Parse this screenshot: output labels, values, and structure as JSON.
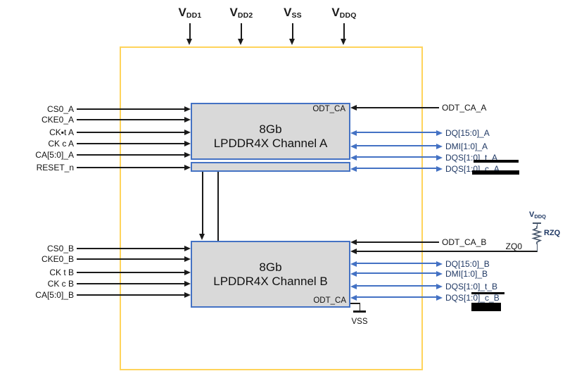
{
  "power_pins": [
    {
      "main": "V",
      "sub": "DD1"
    },
    {
      "main": "V",
      "sub": "DD2"
    },
    {
      "main": "V",
      "sub": "SS"
    },
    {
      "main": "V",
      "sub": "DDQ"
    }
  ],
  "channel_a": {
    "title_line1": "8Gb",
    "title_line2": "LPDDR4X Channel A",
    "corner_label": "ODT_CA",
    "left_signals": [
      "CS0_A",
      "CKE0_A",
      "CK▪t A",
      "CK c A",
      "CA[5:0]_A",
      "RESET_n"
    ],
    "odt_signal": "ODT_CA_A",
    "right_signals": [
      "DQ[15:0]_A",
      "DMI[1:0]_A",
      "DQS[1:0]_t_A",
      "DQS[1:0]_c_A"
    ]
  },
  "channel_b": {
    "title_line1": "8Gb",
    "title_line2": "LPDDR4X Channel B",
    "corner_label": "ODT_CA",
    "left_signals": [
      "CS0_B",
      "CKE0_B",
      "CK t B",
      "CK c B",
      "CA[5:0]_B"
    ],
    "odt_signal": "ODT_CA_B",
    "right_signals": [
      "DQ[15:0]_B",
      "DMI[1:0]_B",
      "DQS[1:0]_t_B",
      "DQS[1:0]_c_B"
    ]
  },
  "zq_network": {
    "rail_main": "V",
    "rail_sub": "DDQ",
    "resistor_label": "RZQ",
    "pin_label": "ZQ0"
  },
  "ground": {
    "label": "VSS"
  },
  "colors": {
    "accent_blue": "#4472C4",
    "boundary_yellow": "#FFD45B",
    "block_fill": "#D9D9D9",
    "navy_text": "#1F3864"
  }
}
